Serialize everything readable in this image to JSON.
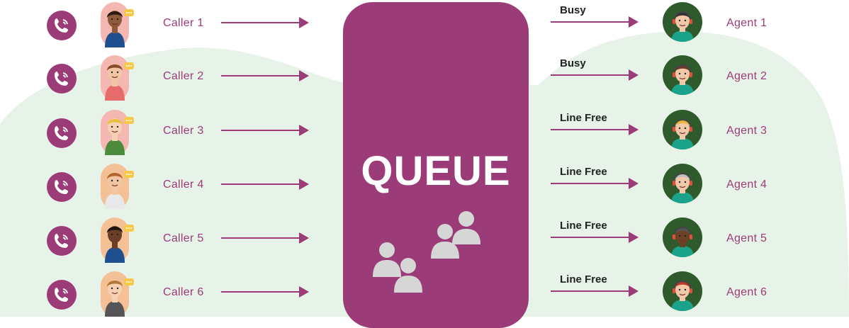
{
  "queue": {
    "label": "QUEUE"
  },
  "callers": [
    {
      "label": "Caller 1"
    },
    {
      "label": "Caller 2"
    },
    {
      "label": "Caller 3"
    },
    {
      "label": "Caller 4"
    },
    {
      "label": "Caller 5"
    },
    {
      "label": "Caller 6"
    }
  ],
  "agents": [
    {
      "label": "Agent 1",
      "status": "Busy"
    },
    {
      "label": "Agent 2",
      "status": "Busy"
    },
    {
      "label": "Agent 3",
      "status": "Line Free"
    },
    {
      "label": "Agent 4",
      "status": "Line Free"
    },
    {
      "label": "Agent 5",
      "status": "Line Free"
    },
    {
      "label": "Agent 6",
      "status": "Line Free"
    }
  ],
  "colors": {
    "accent": "#9b3b77",
    "background_blob": "#e7f3e9",
    "agent_circle": "#2f5a2c",
    "person_icon": "#d6d6d6"
  },
  "icons": {
    "caller": "phone-ringing-icon",
    "queue": "people-group-icon"
  }
}
